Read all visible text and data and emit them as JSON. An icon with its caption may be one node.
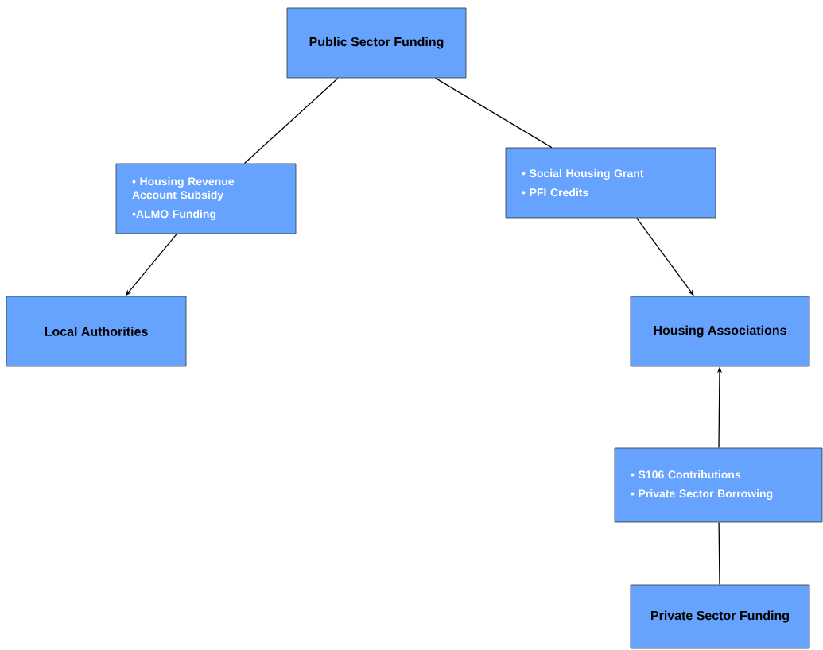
{
  "diagram": {
    "nodes": [
      {
        "text": [
          "Public Sector Funding"
        ]
      },
      {
        "text": [
          "• Housing Revenue Account Subsidy",
          "•ALMO Funding"
        ]
      },
      {
        "text": [
          "• Social Housing Grant",
          "• PFI Credits"
        ]
      },
      {
        "text": [
          "Local Authorities"
        ]
      },
      {
        "text": [
          "Housing Associations"
        ]
      },
      {
        "text": [
          "• S106 Contributions",
          "• Private Sector Borrowing"
        ]
      },
      {
        "text": [
          "Private Sector Funding"
        ]
      }
    ],
    "edges": [
      {
        "from": 0,
        "to": 1,
        "arrow": "none"
      },
      {
        "from": 0,
        "to": 2,
        "arrow": "none"
      },
      {
        "from": 1,
        "to": 3,
        "arrow": "to"
      },
      {
        "from": 2,
        "to": 4,
        "arrow": "to"
      },
      {
        "from": 5,
        "to": 4,
        "arrow": "to"
      },
      {
        "from": 6,
        "to": 5,
        "arrow": "none"
      }
    ]
  }
}
